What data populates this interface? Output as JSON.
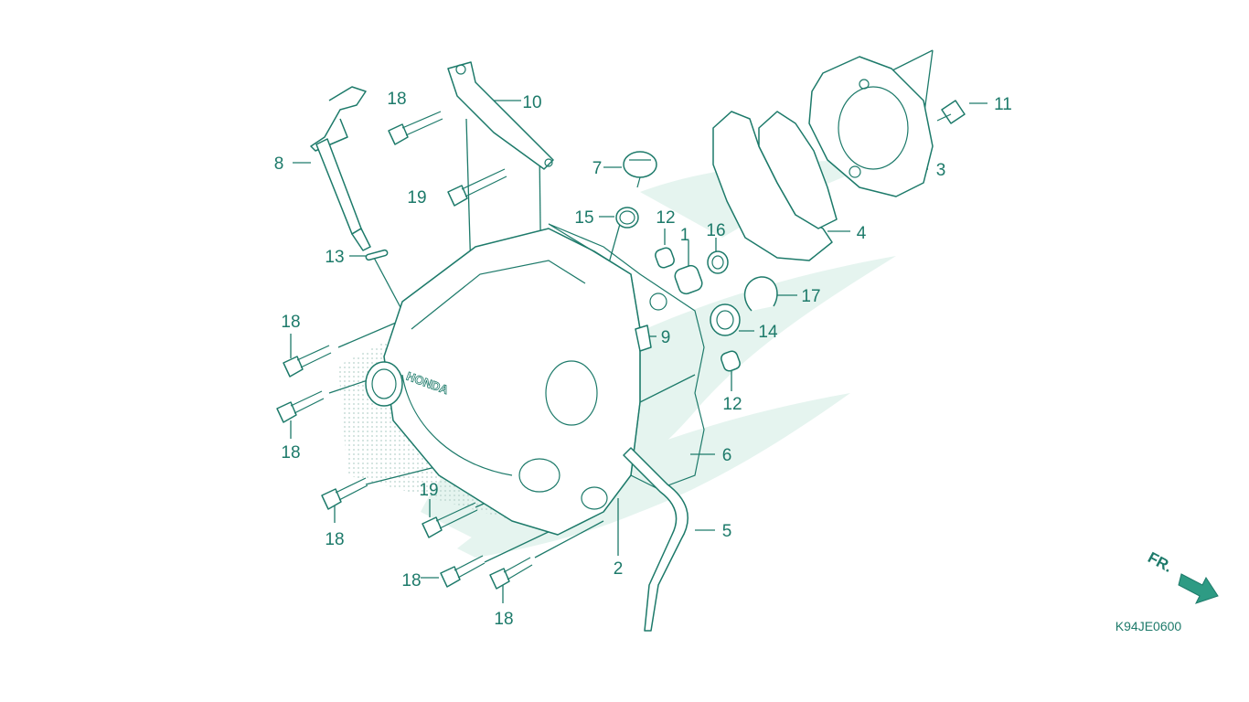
{
  "diagram": {
    "code": "K94JE0600",
    "front_label": "FR.",
    "callouts": {
      "c1": "1",
      "c2": "2",
      "c3": "3",
      "c4": "4",
      "c5": "5",
      "c6": "6",
      "c7": "7",
      "c8": "8",
      "c9": "9",
      "c10": "10",
      "c11": "11",
      "c12a": "12",
      "c12b": "12",
      "c13": "13",
      "c14": "14",
      "c15": "15",
      "c16": "16",
      "c17": "17",
      "c18a": "18",
      "c18b": "18",
      "c18c": "18",
      "c18d": "18",
      "c18e": "18",
      "c18f": "18",
      "c19a": "19",
      "c19b": "19"
    },
    "colors": {
      "line": "#1d7a6a",
      "watermark": "#e3f3ee",
      "stipple": "#bfd8d1"
    }
  }
}
